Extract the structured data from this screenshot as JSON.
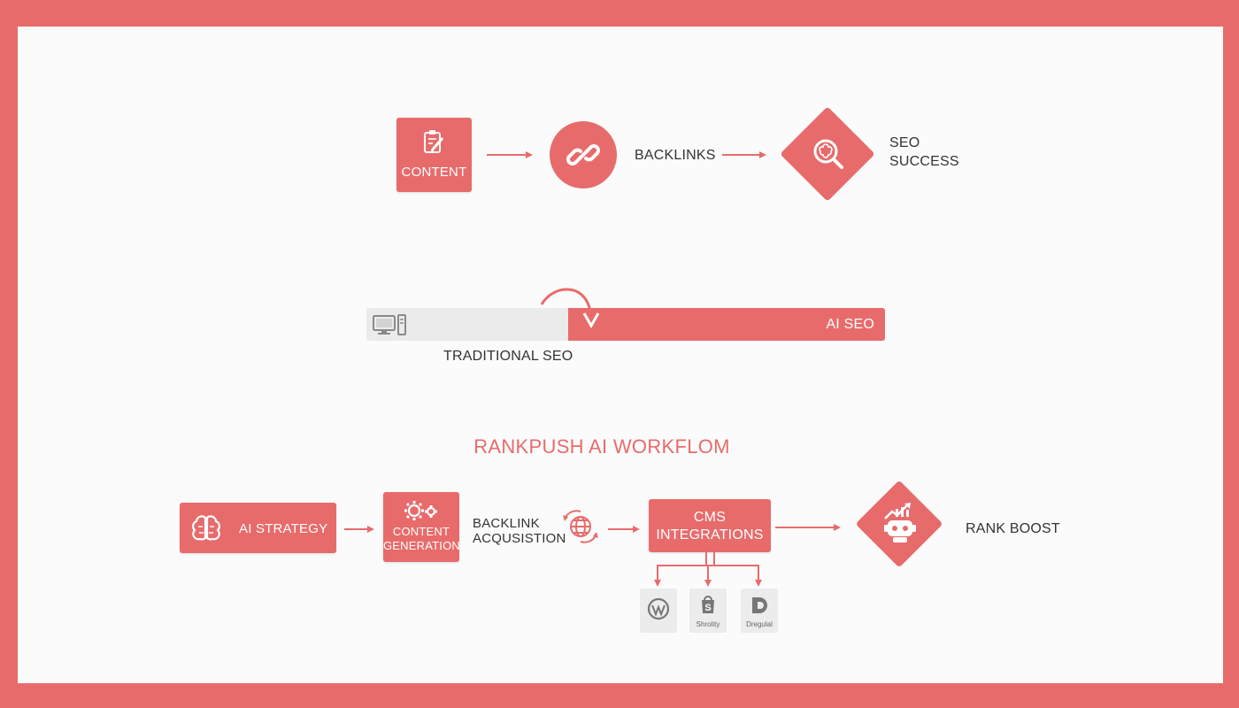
{
  "top_flow": {
    "content_label": "CONTENT",
    "backlinks_label": "BACKLINKS",
    "seo_success_line1": "SEO",
    "seo_success_line2": "SUCCESS"
  },
  "comparison": {
    "left_label": "TRADITIONAL SEO",
    "right_label": "AI SEO"
  },
  "workflow": {
    "title": "RANKPUSH AI WORKFLOM",
    "steps": {
      "ai_strategy": "AI STRATEGY",
      "content_generation_line1": "CONTENT",
      "content_generation_line2": "GENERATION",
      "backlink_acquisition_line1": "BACKLINK",
      "backlink_acquisition_line2": "ACQUSISTION",
      "cms_integrations_line1": "CMS",
      "cms_integrations_line2": "INTEGRATIONS",
      "rank_boost": "RANK BOOST"
    },
    "cms_platforms": [
      "Shrolity",
      "Dregulal"
    ]
  },
  "colors": {
    "accent": "#e86b6b",
    "background": "#fbfbfb",
    "text": "#333333",
    "muted_bar": "#ebebeb"
  },
  "icons": [
    "document-edit-icon",
    "link-icon",
    "brain-search-icon",
    "desktop-computer-icon",
    "curved-arrow-icon",
    "brain-icon",
    "gears-icon",
    "globe-arrows-icon",
    "robot-chart-icon",
    "wordpress-icon",
    "shopify-icon",
    "drupal-icon"
  ]
}
